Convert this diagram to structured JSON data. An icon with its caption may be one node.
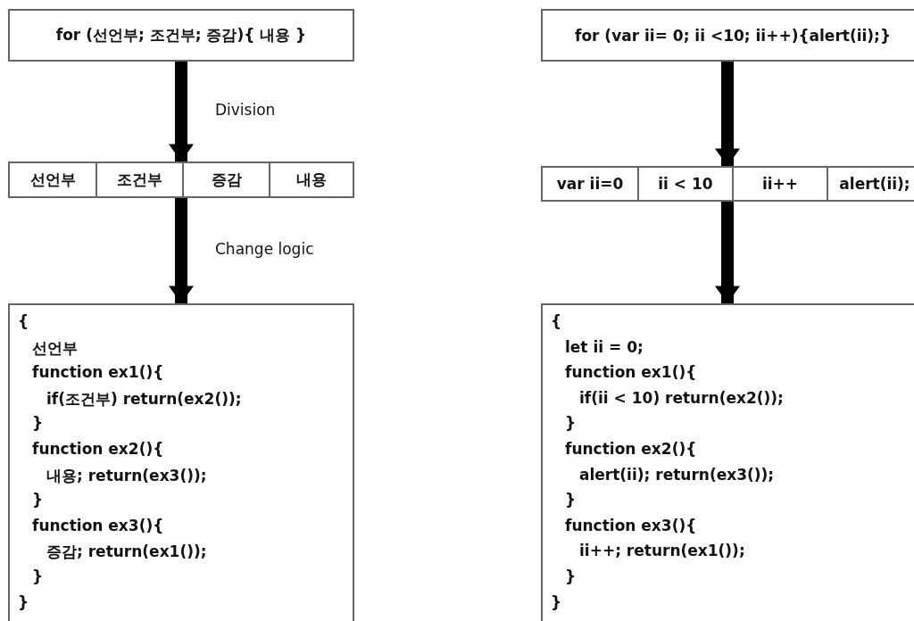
{
  "diagram": {
    "nodes": [
      {
        "text": [
          "for (선언부; 조건부; 증감){ 내용 }"
        ]
      },
      {
        "text": [],
        "shape": "box"
      },
      {
        "text": [
          "선언부"
        ],
        "in": 1
      },
      {
        "text": [
          "조건부"
        ],
        "in": 1
      },
      {
        "text": [
          "증감"
        ],
        "in": 1
      },
      {
        "text": [
          "내용"
        ],
        "in": 1
      },
      {
        "text": [
          "{",
          "선언부",
          "function ex1(){",
          "if(조건부) return(ex2());",
          "}",
          "function ex2(){",
          "내용; return(ex3());",
          "}",
          "function ex3(){",
          "증감; return(ex1());",
          "}",
          "}"
        ]
      },
      {
        "text": [
          "for (var ii= 0; ii <10; ii++){alert(ii);}"
        ]
      },
      {
        "text": [],
        "shape": "box"
      },
      {
        "text": [
          "var ii=0"
        ],
        "in": 8
      },
      {
        "text": [
          "ii < 10"
        ],
        "in": 8
      },
      {
        "text": [
          "ii++"
        ],
        "in": 8
      },
      {
        "text": [
          "alert(ii);"
        ],
        "in": 8
      },
      {
        "text": [
          "{",
          "let ii = 0;",
          "function ex1(){",
          "if(ii < 10) return(ex2());",
          "}",
          "function ex2(){",
          "alert(ii); return(ex3());",
          "}",
          "function ex3(){",
          "ii++; return(ex1());",
          "}",
          "}"
        ]
      }
    ],
    "edges": [
      {
        "from": 0,
        "to": 1,
        "arrow": "to",
        "label": "Division"
      },
      {
        "from": 1,
        "to": 6,
        "arrow": "to",
        "label": "Change logic"
      },
      {
        "from": 7,
        "to": 8,
        "arrow": "to"
      },
      {
        "from": 8,
        "to": 13,
        "arrow": "to"
      }
    ]
  }
}
